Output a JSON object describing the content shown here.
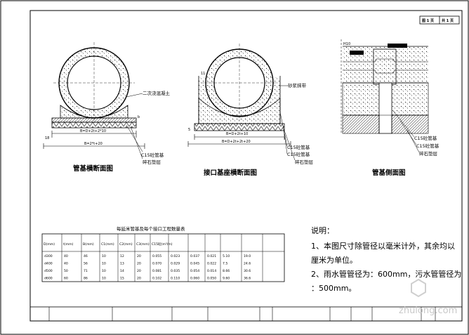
{
  "sheet": {
    "corner_labels": [
      "图 1 页",
      "共 1 页"
    ]
  },
  "figures": {
    "pipe_base_section": {
      "caption": "管基横断面图",
      "callouts": [
        "二次浇混凝土",
        "C15砼管基",
        "碎石垫层"
      ],
      "dims": [
        "b",
        "B=D+2t+2*10",
        "B=2*t+20",
        "18"
      ]
    },
    "joint_base_section": {
      "caption": "接口基座横断面图",
      "callouts": [
        "砂浆抹带",
        "C15砼管基",
        "C15砼管基",
        "碎石垫层"
      ],
      "dims": [
        "11",
        "B=D+2t+10",
        "B=D+2t+2t+20",
        "5"
      ]
    },
    "pipe_base_side": {
      "caption": "管基侧面图",
      "callouts": [
        "C15砼管基",
        "C15砼管基",
        "碎石垫层"
      ],
      "dims": [
        "H10"
      ]
    }
  },
  "table": {
    "title": "每延米管基及每个接口工程数量表",
    "headers": [
      "D(mm)",
      "t(mm)",
      "B(mm)",
      "C1(mm)",
      "C2(mm)",
      "C3(mm)",
      "C15砼(m³/m)",
      "",
      "",
      "",
      "",
      ""
    ],
    "rows": [
      [
        "d300",
        "40",
        "46",
        "10",
        "12",
        "20",
        "0.055",
        "0.023",
        "0.037",
        "0.021",
        "5.10",
        "19.0"
      ],
      [
        "d400",
        "40",
        "56",
        "10",
        "13",
        "20",
        "0.070",
        "0.029",
        "0.045",
        "0.022",
        "7.5",
        "24.6"
      ],
      [
        "d500",
        "50",
        "71",
        "10",
        "14",
        "20",
        "0.081",
        "0.035",
        "0.054",
        "0.014",
        "8.66",
        "30.6"
      ],
      [
        "d600",
        "60",
        "86",
        "10",
        "15",
        "20",
        "0.102",
        "0.110",
        "0.060",
        "0.050",
        "9.60",
        "36.6"
      ]
    ]
  },
  "notes": {
    "heading": "说明：",
    "items": [
      "1、本图尺寸除管径以毫米计外，其余均以",
      "厘米为单位。",
      "2、雨水管管径为：600mm，污水管管径为",
      "：500mm。"
    ]
  },
  "watermark": {
    "text": "zhulong.com"
  }
}
